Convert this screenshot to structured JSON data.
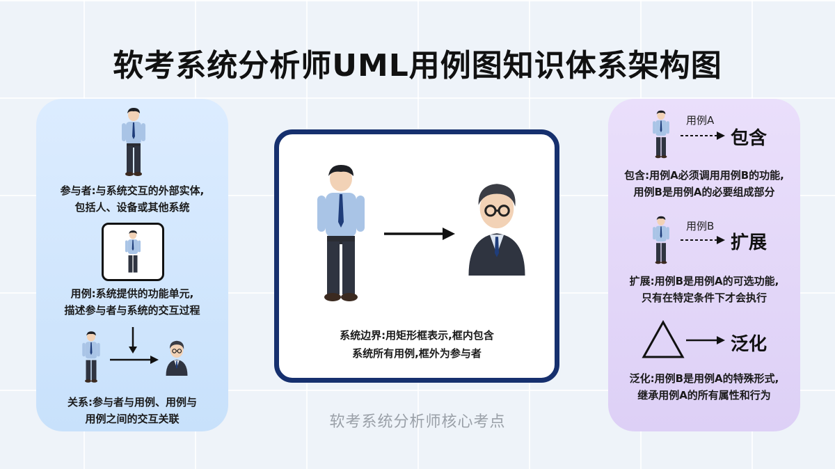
{
  "title": "软考系统分析师UML用例图知识体系架构图",
  "left_panel": {
    "actor_line1": "参与者:与系统交互的外部实体,",
    "actor_line2": "包括人、设备或其他系统",
    "usecase_line1": "用例:系统提供的功能单元,",
    "usecase_line2": "描述参与者与系统的交互过程",
    "relation_line1": "关系:参与者与用例、用例与",
    "relation_line2": "用例之间的交互关联"
  },
  "center": {
    "line1": "系统边界:用矩形框表示,框内包含",
    "line2": "系统所有用例,框外为参与者"
  },
  "right_panel": {
    "include_small": "用例A",
    "include_label": "包含",
    "include_line1": "包含:用例A必须调用用例B的功能,",
    "include_line2": "用例B是用例A的必要组成部分",
    "extend_small": "用例B",
    "extend_label": "扩展",
    "extend_line1": "扩展:用例B是用例A的可选功能,",
    "extend_line2": "只有在特定条件下才会执行",
    "generalize_label": "泛化",
    "generalize_line1": "泛化:用例B是用例A的特殊形式,",
    "generalize_line2": "继承用例A的所有属性和行为"
  },
  "footer": "软考系统分析师核心考点",
  "colors": {
    "center_border": "#16306e",
    "left_panel": "#cfe4fb",
    "right_panel": "#e2d6f8",
    "shirt": "#a9c4e6",
    "suit": "#2f3440"
  }
}
